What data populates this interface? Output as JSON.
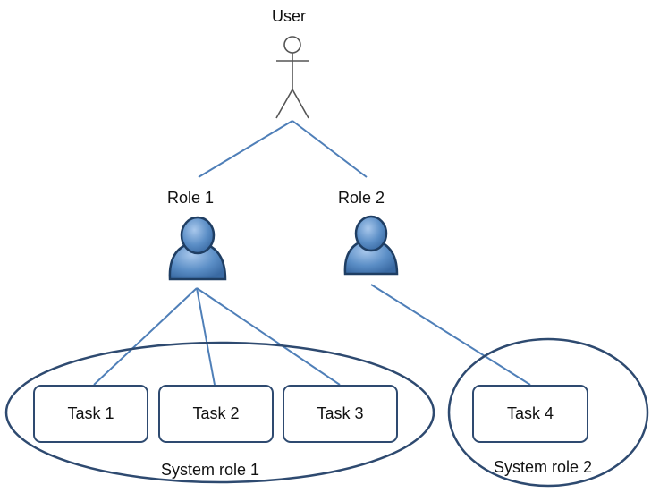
{
  "user": {
    "label": "User"
  },
  "roles": [
    {
      "label": "Role 1"
    },
    {
      "label": "Role 2"
    }
  ],
  "tasks": [
    {
      "label": "Task 1"
    },
    {
      "label": "Task 2"
    },
    {
      "label": "Task 3"
    },
    {
      "label": "Task 4"
    }
  ],
  "system_roles": [
    {
      "label": "System role 1"
    },
    {
      "label": "System role 2"
    }
  ],
  "colors": {
    "connector": "#4f7fb8",
    "outline": "#2e4a70",
    "person_fill": "#5b8ec6",
    "person_dark": "#1f3e63",
    "stick_figure": "#555555"
  },
  "icons": [
    "stick-figure-icon",
    "role-person-icon"
  ]
}
